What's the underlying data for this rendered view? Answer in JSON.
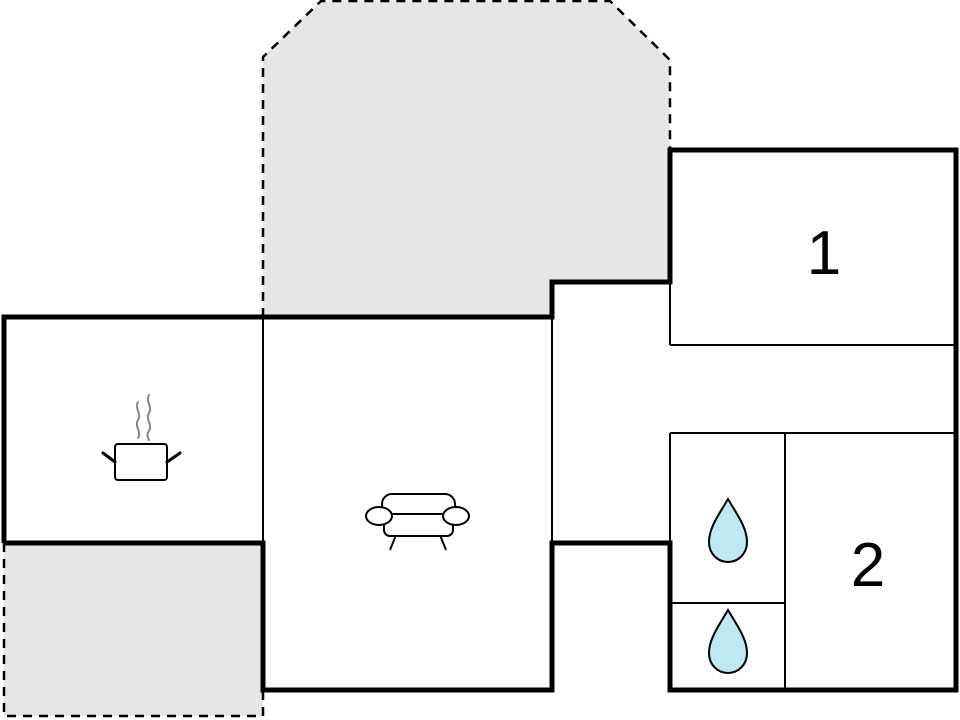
{
  "floorplan": {
    "rooms": {
      "bedroom_1": {
        "number": "1"
      },
      "bedroom_2": {
        "number": "2"
      }
    },
    "icons": {
      "kitchen": "cooking-pot-icon",
      "living_room": "sofa-icon",
      "bathroom": "water-drop-icon",
      "toilet": "water-drop-icon"
    },
    "areas": {
      "outdoor_terraces": 2,
      "terrace_style": "dashed outline, grey fill"
    }
  },
  "colors": {
    "terrace_fill": "#e6e6ea",
    "wall": "#000000",
    "water_drop": "#bdeaf0",
    "steam": "#888888",
    "background": "#ffffff"
  }
}
